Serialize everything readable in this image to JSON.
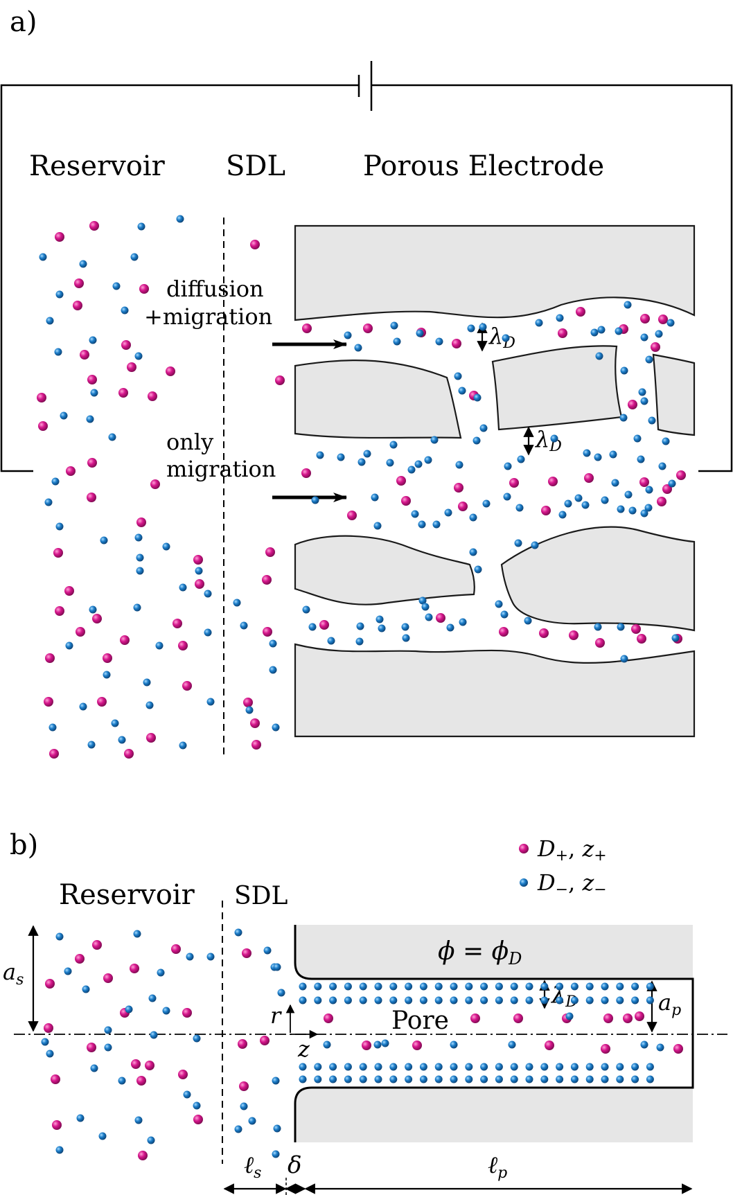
{
  "panel_a": {
    "tag": "a)",
    "reservoir": "Reservoir",
    "sdl": "SDL",
    "electrode": "Porous Electrode",
    "note1_line1": "diffusion",
    "note1_line2": "+migration",
    "note2_line1": "only",
    "note2_line2": "migration",
    "debye": "λ",
    "debye_sub": "D"
  },
  "panel_b": {
    "tag": "b)",
    "reservoir": "Reservoir",
    "sdl": "SDL",
    "legend": [
      {
        "sym": "D",
        "sub": "+",
        "sep": ", ",
        "sym2": "z",
        "sub2": "+",
        "color": "#d6168c"
      },
      {
        "sym": "D",
        "sub": "−",
        "sep": ", ",
        "sym2": "z",
        "sub2": "−",
        "color": "#1b7cc8"
      }
    ],
    "potential": "ϕ = ϕ",
    "potential_sub": "D",
    "pore": "Pore",
    "as_label": "a",
    "as_sub": "s",
    "ap_label": "a",
    "ap_sub": "p",
    "debye": "λ",
    "debye_sub": "D",
    "r_label": "r",
    "z_label": "z",
    "ls_label": "ℓ",
    "ls_sub": "s",
    "delta_label": "δ",
    "lp_label": "ℓ",
    "lp_sub": "p"
  },
  "colors": {
    "cation": "#d6168c",
    "anion": "#1b7cc8",
    "solid": "#e6e6e6",
    "stroke": "#1a1a1a"
  }
}
